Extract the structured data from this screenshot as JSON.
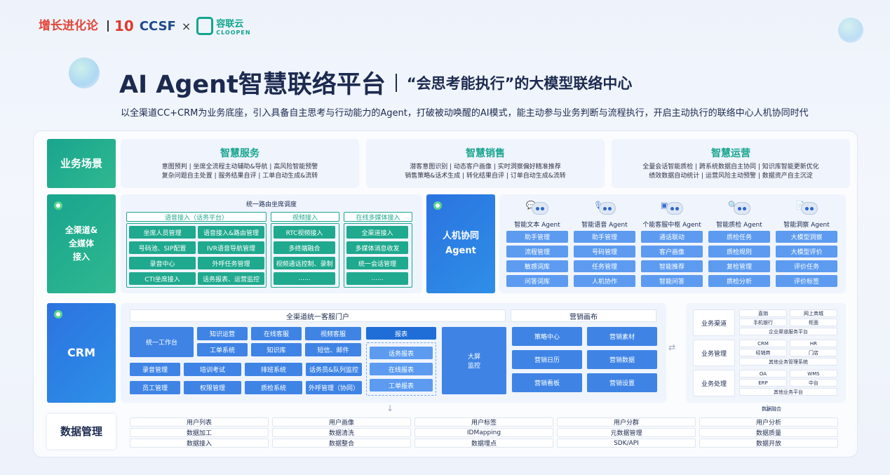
{
  "logos": {
    "growth": "增长进化论",
    "ten": "10",
    "ccsf": "CCSF",
    "times": "×",
    "cloopen_cn": "容联云",
    "cloopen_en": "CLOOPEN"
  },
  "title": {
    "main": "AI Agent智慧联络平台",
    "sub": "“会思考能执行”的大模型联络中心"
  },
  "intro": "以全渠道CC+CRM为业务底座，引入具备自主思考与行动能力的Agent，打破被动唤醒的AI模式，能主动参与业务判断与流程执行，开启主动执行的联络中心人机协同时代",
  "labels": {
    "scenario": "业务场景",
    "channel": [
      "全渠道&",
      "全媒体",
      "接入"
    ],
    "crm": "CRM",
    "data": "数据管理",
    "human": [
      "人机协同",
      "Agent"
    ]
  },
  "scenarios": [
    {
      "title": "智慧服务",
      "lines": [
        "意图预判 | 坐席全流程主动辅助&导航 | 高风险智能预警",
        "复杂问题自主处置 | 服务结果自评 | 工单自动生成&流转"
      ]
    },
    {
      "title": "智慧销售",
      "lines": [
        "潜客意图识别 | 动态客户画像 | 实时洞察偏好精准推荐",
        "销售策略&话术生成 | 转化结果自评 | 订单自动生成&流转"
      ]
    },
    {
      "title": "智慧运营",
      "lines": [
        "全量会话智能质检 | 跨系统数据自主协同 | 知识库智能更新优化",
        "绩效数据自动统计 | 运营风险主动预警 | 数据资产自主沉淀"
      ]
    }
  ],
  "channel": {
    "routing": "统一路由坐席调度",
    "groups": [
      {
        "title": "语音接入（话务平台）",
        "items": [
          "坐席人员管理",
          "语音接入&路由管理",
          "号码池、SIP配置",
          "IVR语音导航管理",
          "录音中心",
          "外呼任务管理",
          "CTI坐席接入",
          "话务报表、运营监控"
        ]
      },
      {
        "title": "视频接入",
        "items": [
          "RTC视频接入",
          "多终端融合",
          "视频通话控制、录制",
          "......"
        ]
      },
      {
        "title": "在线多媒体接入",
        "items": [
          "全渠道接入",
          "多媒体消息收发",
          "统一会话管理",
          "......"
        ]
      }
    ]
  },
  "agents": [
    {
      "name": "智能文本 Agent",
      "icon": "chat-icon",
      "items": [
        "助手管理",
        "流程管理",
        "敏感词库",
        "问答词库"
      ]
    },
    {
      "name": "智能语音 Agent",
      "icon": "microphone-icon",
      "items": [
        "助手管理",
        "号码管理",
        "任务管理",
        "人机协作"
      ]
    },
    {
      "name": "个能客服中枢 Agent",
      "icon": "monitor-icon",
      "items": [
        "通话联动",
        "客户画像",
        "智能推荐",
        "智能问答"
      ]
    },
    {
      "name": "智能质检 Agent",
      "icon": "magnifier-icon",
      "items": [
        "质检任务",
        "质检规则",
        "复检管理",
        "质检分析"
      ]
    },
    {
      "name": "智能洞察 Agent",
      "icon": "document-icon",
      "items": [
        "大模型洞察",
        "大模型评价",
        "评价任务",
        "评价标签"
      ]
    }
  ],
  "crm": {
    "portal": "全渠道统一客服门户",
    "marketing": "营销画布",
    "workbench": "统一工作台",
    "modules": [
      "知识运营",
      "在线客服",
      "视频客服",
      "工单系统",
      "知识库",
      "短信、邮件",
      "录音管理",
      "培训考试",
      "排班系统",
      "话务员&队列监控",
      "员工管理",
      "权限管理",
      "质检系统",
      "外呼管理（协同）"
    ],
    "reports_title": "报表",
    "reports": [
      "话务报表",
      "在线报表",
      "工单报表"
    ],
    "bigscreen": [
      "大屏",
      "监控"
    ],
    "marketing_items": [
      "策略中心",
      "营销素材",
      "营销日历",
      "营销数据",
      "营销看板",
      "营销设置"
    ]
  },
  "systems": {
    "rows": [
      {
        "name": "业务渠道",
        "items": [
          "直销",
          "网上商城",
          "手机银行",
          "柜面"
        ],
        "footer": "企业渠道服务平台"
      },
      {
        "name": "业务管理",
        "items": [
          "CRM",
          "HR",
          "经销商",
          "门店"
        ],
        "footer": "其他业务管理系统"
      },
      {
        "name": "业务处理",
        "items": [
          "OA",
          "WMS",
          "ERP",
          "中台"
        ],
        "footer": "其他业务平台"
      }
    ],
    "footer": "数据融合"
  },
  "data_mgmt": [
    [
      "用户列表",
      "用户画像",
      "用户标签",
      "用户分群",
      "用户分析"
    ],
    [
      "数据加工",
      "数据清洗",
      "IDMapping",
      "元数据管理",
      "数据质量"
    ],
    [
      "数据接入",
      "数据整合",
      "数据埋点",
      "SDK/API",
      "数据开放"
    ]
  ]
}
